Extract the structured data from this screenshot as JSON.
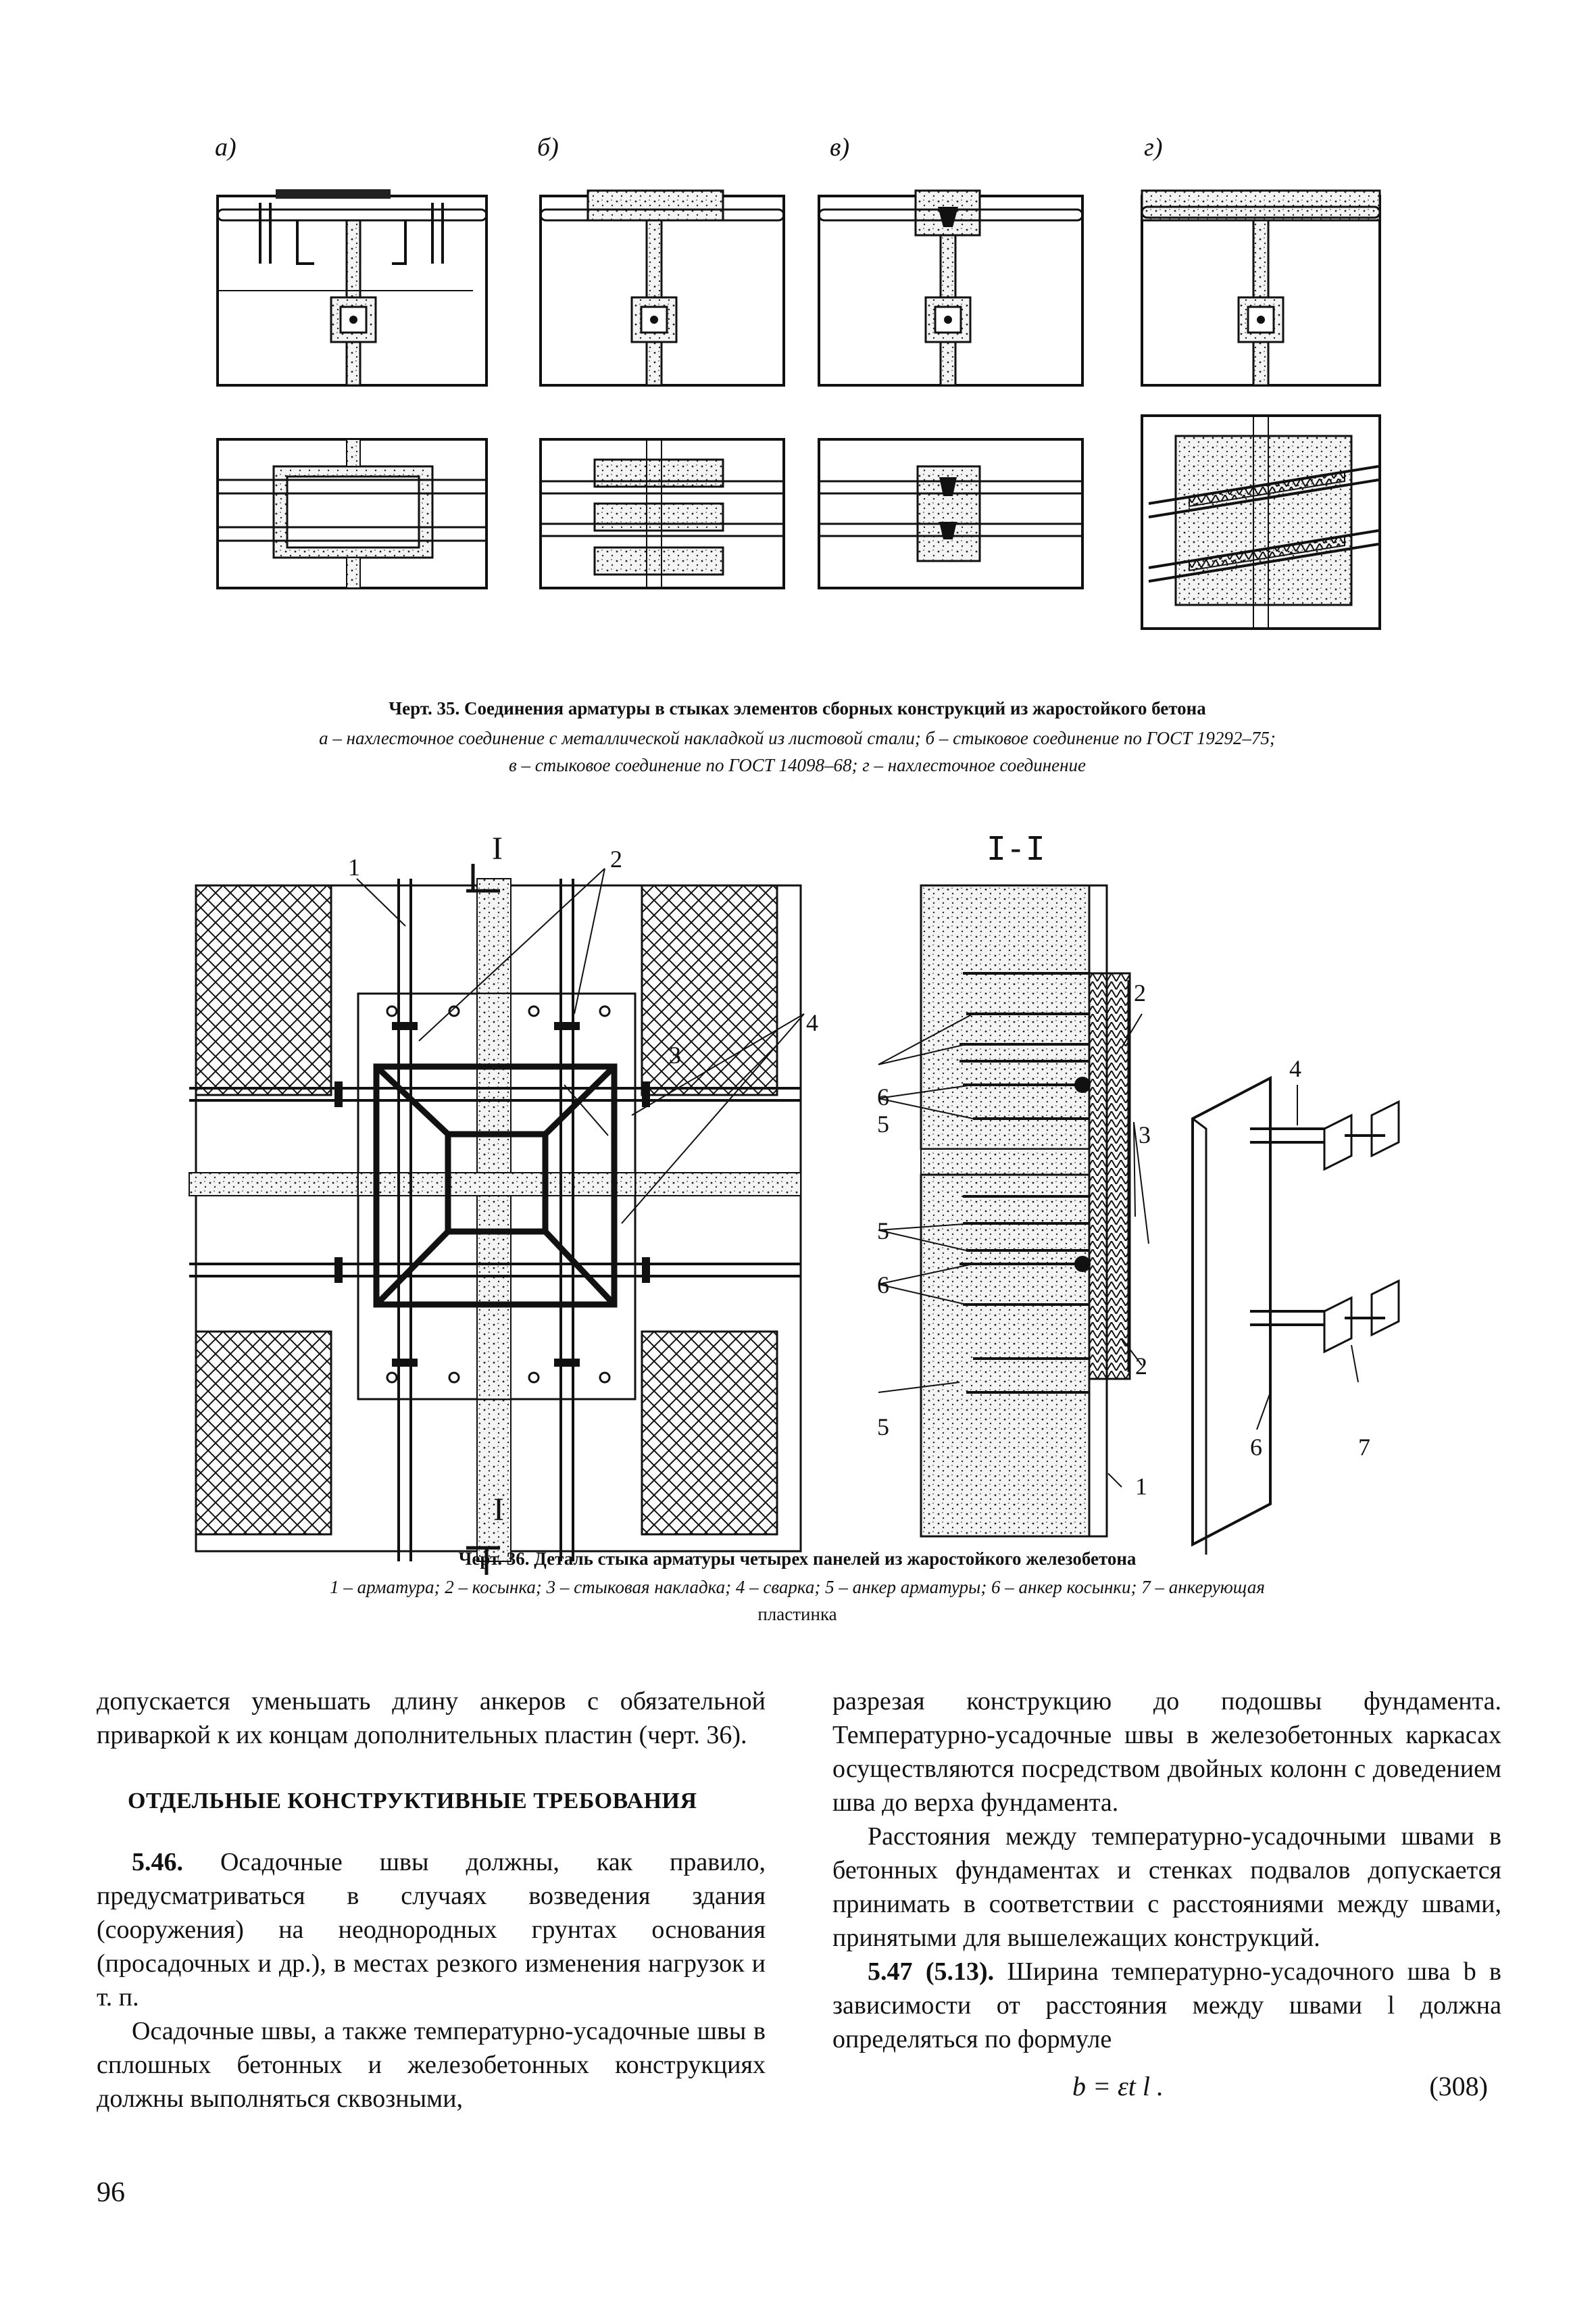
{
  "figure35": {
    "sub_labels": [
      "а)",
      "б)",
      "в)",
      "г)"
    ],
    "caption_title": "Черт. 35. Соединения арматуры в стыках элементов сборных конструкций из жаростойкого бетона",
    "caption_line1": "а – нахлесточное соединение с металлической накладкой из листовой стали; б – стыковое соединение по ГОСТ 19292–75;",
    "caption_line2": "в – стыковое соединение по ГОСТ 14098–68; г – нахлесточное соединение"
  },
  "figure36": {
    "section_mark": "I",
    "section_title": "I-I",
    "callouts": [
      "1",
      "2",
      "3",
      "4",
      "5",
      "6",
      "7"
    ],
    "caption_title": "Черт. 36. Деталь стыка арматуры четырех панелей из жаростойкого железобетона",
    "caption_line1": "1 – арматура; 2 – косынка; 3 – стыковая накладка; 4 – сварка; 5 – анкер арматуры; 6 – анкер косынки; 7 – анкерующая",
    "caption_line2": "пластинка"
  },
  "text": {
    "left_p1": "допускается уменьшать длину анкеров с обязательной приваркой к их концам дополнительных пластин (черт. 36).",
    "heading": "ОТДЕЛЬНЫЕ КОНСТРУКТИВНЫЕ ТРЕБОВАНИЯ",
    "left_p2_num": "5.46.",
    "left_p2": " Осадочные швы должны, как правило, предусматриваться в случаях возведения здания (сооружения) на неоднородных грунтах основания (просадочных и др.), в местах резкого изменения нагрузок и т. п.",
    "left_p3": "Осадочные швы, а также температурно-усадочные швы в сплошных бетонных и железобетонных конструкциях должны выполняться сквозными,",
    "right_p1": "разрезая конструкцию до подошвы фундамента. Температурно-усадочные швы в железобетонных каркасах осуществляются посредством двойных колонн с доведением шва до верха фундамента.",
    "right_p2": "Расстояния между температурно-усадочными швами в бетонных фундаментах и стенках подвалов допускается принимать в соответствии с расстояниями между швами, принятыми для вышележащих конструкций.",
    "right_p3_num": "5.47 (5.13).",
    "right_p3": " Ширина температурно-усадочного шва b в зависимости от расстояния между швами l должна определяться по формуле",
    "formula": "b = εt l .",
    "formula_num": "(308)"
  },
  "page_number": "96"
}
